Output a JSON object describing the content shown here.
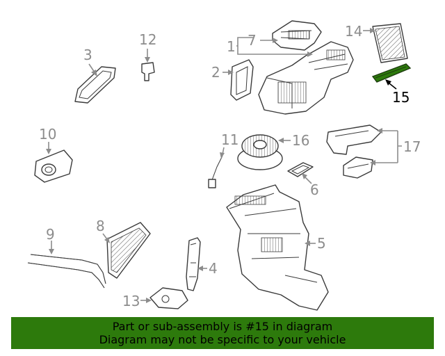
{
  "diagram": {
    "highlighted_part": "15",
    "highlight_color": "#2d7a0c",
    "callouts": {
      "c1": "1",
      "c2": "2",
      "c3": "3",
      "c4": "4",
      "c5": "5",
      "c6": "6",
      "c7": "7",
      "c8": "8",
      "c9": "9",
      "c10": "10",
      "c11": "11",
      "c12": "12",
      "c13": "13",
      "c14": "14",
      "c15": "15",
      "c16": "16",
      "c17": "17"
    }
  },
  "banner": {
    "line1": "Part or sub-assembly is #15 in diagram",
    "line2": "Diagram may not be specific to your vehicle",
    "background": "#2d7a0c"
  }
}
